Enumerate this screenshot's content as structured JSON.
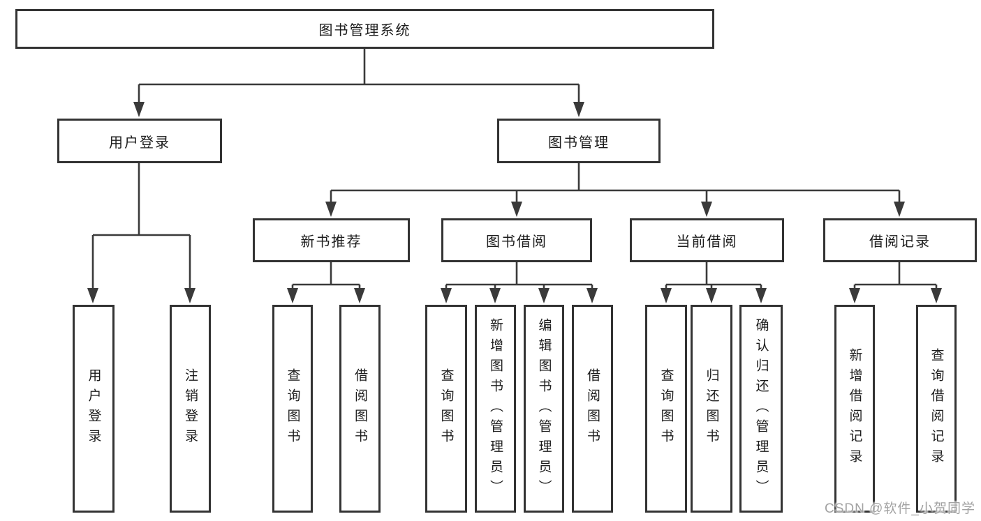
{
  "colors": {
    "line": "#3a3a3a",
    "box_border": "#333333",
    "text": "#1c1c1c",
    "watermark": "#a2a2a2",
    "background": "#ffffff"
  },
  "diagram": {
    "root": {
      "label": "图书管理系统"
    },
    "branches": [
      {
        "label": "用户登录",
        "children": [
          {
            "label": "用户登录"
          },
          {
            "label": "注销登录"
          }
        ]
      },
      {
        "label": "图书管理",
        "children": [
          {
            "label": "新书推荐",
            "children": [
              {
                "label": "查询图书"
              },
              {
                "label": "借阅图书"
              }
            ]
          },
          {
            "label": "图书借阅",
            "children": [
              {
                "label": "查询图书"
              },
              {
                "label": "新增图书（管理员）"
              },
              {
                "label": "编辑图书（管理员）"
              },
              {
                "label": "借阅图书"
              }
            ]
          },
          {
            "label": "当前借阅",
            "children": [
              {
                "label": "查询图书"
              },
              {
                "label": "归还图书"
              },
              {
                "label": "确认归还（管理员）"
              }
            ]
          },
          {
            "label": "借阅记录",
            "children": [
              {
                "label": "新增借阅记录"
              },
              {
                "label": "查询借阅记录"
              }
            ]
          }
        ]
      }
    ]
  },
  "watermark": {
    "text": "CSDN @软件_小贺同学"
  }
}
